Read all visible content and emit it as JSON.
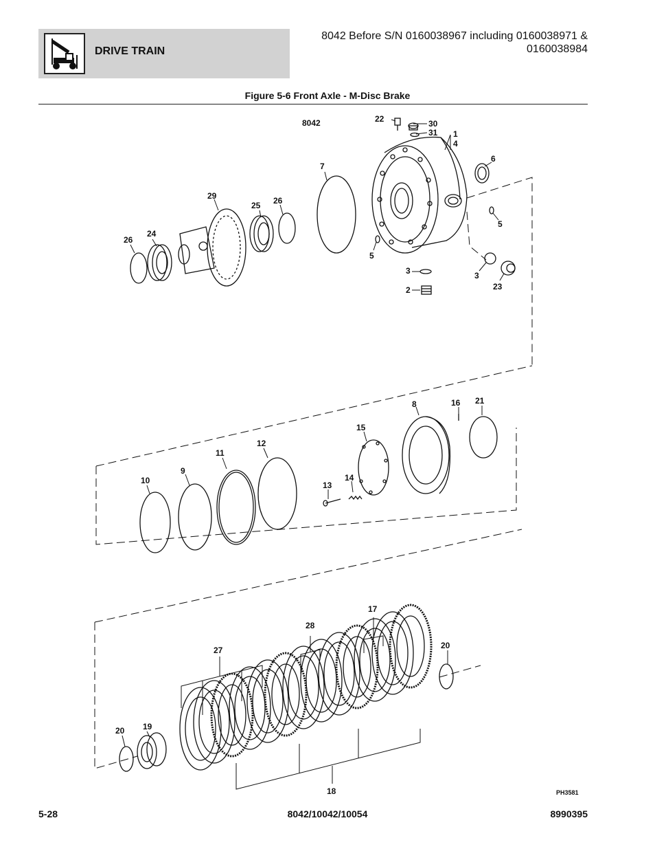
{
  "header": {
    "section_title": "DRIVE TRAIN",
    "model_line1": "8042 Before S/N 0160038967 including 0160038971 &",
    "model_line2": "0160038984",
    "logo_icon": "telehandler-icon"
  },
  "figure": {
    "title": "Figure 5-6 Front Axle - M-Disc Brake",
    "model_label": "8042",
    "image_code": "PH3581"
  },
  "callouts": {
    "c1": "1",
    "c2": "2",
    "c3a": "3",
    "c3b": "3",
    "c4": "4",
    "c5a": "5",
    "c5b": "5",
    "c6": "6",
    "c7": "7",
    "c8": "8",
    "c9": "9",
    "c10": "10",
    "c11": "11",
    "c12": "12",
    "c13": "13",
    "c14": "14",
    "c15": "15",
    "c16": "16",
    "c17": "17",
    "c18": "18",
    "c19": "19",
    "c20a": "20",
    "c20b": "20",
    "c21": "21",
    "c22": "22",
    "c23": "23",
    "c24": "24",
    "c25": "25",
    "c26a": "26",
    "c26b": "26",
    "c27": "27",
    "c28": "28",
    "c29": "29",
    "c30": "30",
    "c31": "31"
  },
  "footer": {
    "page_number": "5-28",
    "models": "8042/10042/10054",
    "part_number": "8990395"
  }
}
